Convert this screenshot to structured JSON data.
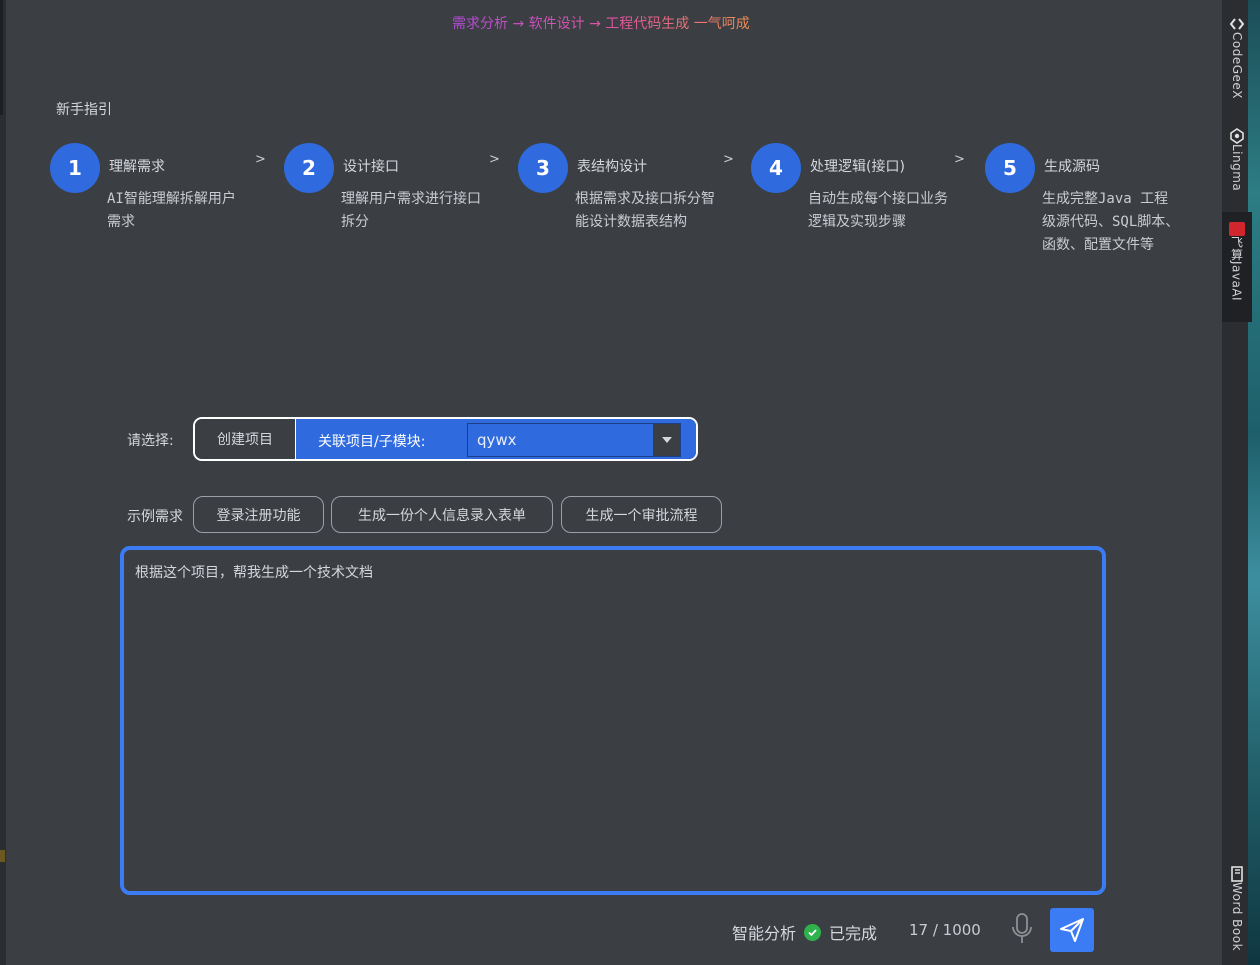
{
  "tagline": "需求分析 → 软件设计 → 工程代码生成 一气呵成",
  "guide_title": "新手指引",
  "steps": [
    {
      "num": "1",
      "title": "理解需求",
      "desc": "AI智能理解拆解用户需求",
      "arrow": ">"
    },
    {
      "num": "2",
      "title": "设计接口",
      "desc": "理解用户需求进行接口拆分",
      "arrow": ">"
    },
    {
      "num": "3",
      "title": "表结构设计",
      "desc": "根据需求及接口拆分智能设计数据表结构",
      "arrow": ">"
    },
    {
      "num": "4",
      "title": "处理逻辑(接口)",
      "desc": "自动生成每个接口业务逻辑及实现步骤",
      "arrow": ">"
    },
    {
      "num": "5",
      "title": "生成源码",
      "desc": "生成完整Java 工程级源代码、SQL脚本、函数、配置文件等"
    }
  ],
  "select": {
    "label": "请选择:",
    "create_label": "创建项目",
    "link_label": "关联项目/子模块:",
    "module_value": "qywx"
  },
  "examples": {
    "label": "示例需求",
    "chips": [
      "登录注册功能",
      "生成一份个人信息录入表单",
      "生成一个审批流程"
    ]
  },
  "input": {
    "value": "根据这个项目，帮我生成一个技术文档"
  },
  "footer": {
    "analysis_label": "智能分析",
    "status_text": "已完成",
    "char_count": "17 / 1000"
  },
  "sidebar": {
    "items": [
      "CodeGeeX",
      "Lingma",
      "飞算JavaAI",
      "Word Book"
    ]
  },
  "colors": {
    "accent": "#2f6bde",
    "border_focus": "#3b7cf5",
    "success": "#2fb14c",
    "background": "#3b3f44"
  }
}
